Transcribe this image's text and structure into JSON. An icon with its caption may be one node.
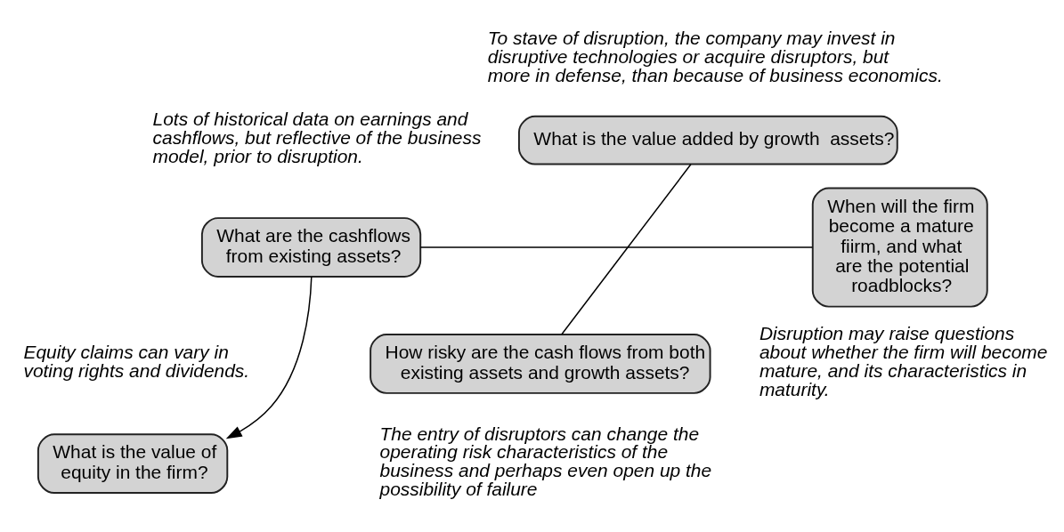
{
  "diagram": {
    "nodes": [
      {
        "text": [
          "What are the cashflows from existing assets?"
        ],
        "beside": [
          "Lots of historical data on earnings and cashflows, but reflective of the business model, prior to disruption."
        ]
      },
      {
        "text": [
          "What is the value added by growth  assets?"
        ],
        "beside": [
          "To stave of disruption, the company may invest in disruptive technologies or acquire disruptors, but more in defense, than because of business economics."
        ]
      },
      {
        "text": [
          "How risky are the cash flows from both existing assets and growth assets?"
        ],
        "beside": [
          "The entry of disruptors can change the operating risk characteristics of the business and perhaps even open up the possibility of failure"
        ]
      },
      {
        "text": [
          "When will the firm become a mature fiirm, and what are the potential roadblocks?"
        ],
        "beside": [
          "Disruption may raise questions about whether the firm will become mature, and its characteristics in maturity."
        ]
      },
      {
        "text": [
          "What is the value of equity in the firm?"
        ],
        "beside": [
          "Equity claims can vary in voting rights and dividends."
        ]
      }
    ],
    "edges": [
      {
        "from": 0,
        "to": 3,
        "arrow": "none"
      },
      {
        "from": 1,
        "to": 2,
        "arrow": "none"
      },
      {
        "from": 0,
        "to": 4,
        "arrow": "to"
      }
    ]
  }
}
